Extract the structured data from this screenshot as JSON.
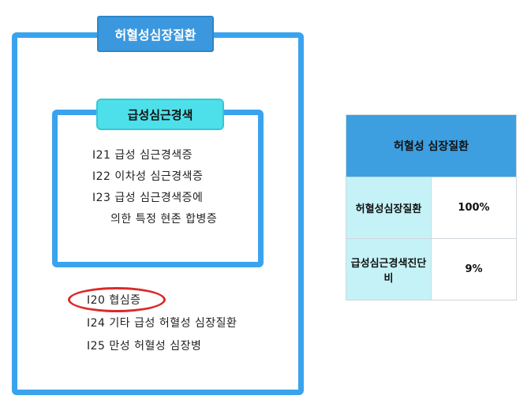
{
  "diagram": {
    "outer_group_title": "허혈성심장질환",
    "inner_group_title": "급성심근경색",
    "inner_items": [
      "I21 급성 심근경색증",
      "I22 이차성 심근경색증",
      "I23 급성 심근경색증에",
      "의한 특정 현존 합병증"
    ],
    "outer_items": [
      "I20 협심증",
      "I24 기타 급성 허혈성 심장질환",
      "I25 만성 허혈성 심장병"
    ],
    "highlighted_item": "I20 협심증",
    "colors": {
      "frame_blue": "#3aa3ee",
      "outer_title_bg": "#3b98de",
      "inner_title_bg": "#4ee0ea",
      "highlight_red": "#d92b2b",
      "table_header_bg": "#3d9fe0",
      "table_label_bg": "#c4f2f7"
    }
  },
  "table": {
    "header": "허혈성 심장질환",
    "rows": [
      {
        "label": "허혈성심장질환",
        "value": "100%"
      },
      {
        "label": "급성심근경색진단비",
        "value": "9%"
      }
    ]
  }
}
